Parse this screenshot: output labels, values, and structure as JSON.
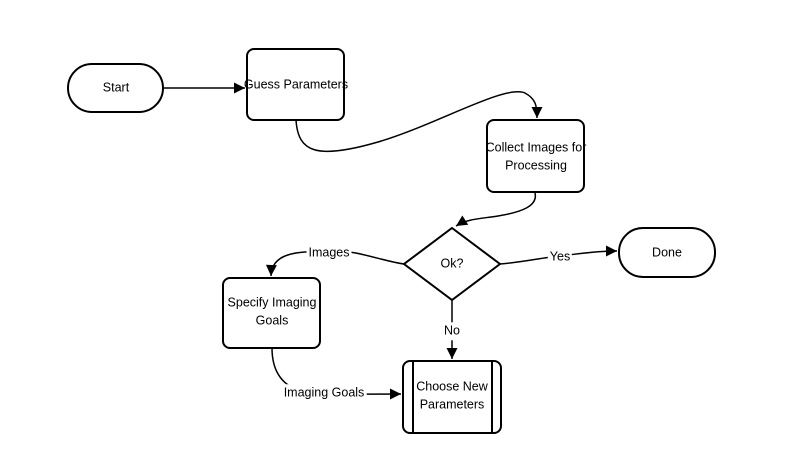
{
  "diagram": {
    "background": "#ffffff",
    "colors": {
      "stroke": "#000000",
      "node_fill": "#ffffff",
      "text": "#000000"
    },
    "nodes": {
      "start": {
        "label": "Start",
        "type": "terminator"
      },
      "guess_parameters": {
        "label": "Guess Parameters",
        "type": "process"
      },
      "collect_images": {
        "label": "Collect Images for\nProcessing",
        "type": "process"
      },
      "ok_decision": {
        "label": "Ok?",
        "type": "decision"
      },
      "done": {
        "label": "Done",
        "type": "terminator"
      },
      "specify_imaging_goals": {
        "label": "Specify Imaging\nGoals",
        "type": "process"
      },
      "choose_new_parameters": {
        "label": "Choose New\nParameters",
        "type": "predefined-process"
      }
    },
    "edges": [
      {
        "from": "start",
        "to": "guess_parameters",
        "label": ""
      },
      {
        "from": "guess_parameters",
        "to": "collect_images",
        "label": ""
      },
      {
        "from": "collect_images",
        "to": "ok_decision",
        "label": ""
      },
      {
        "from": "ok_decision",
        "to": "done",
        "label": "Yes"
      },
      {
        "from": "ok_decision",
        "to": "specify_imaging_goals",
        "label": "Images"
      },
      {
        "from": "ok_decision",
        "to": "choose_new_parameters",
        "label": "No"
      },
      {
        "from": "specify_imaging_goals",
        "to": "choose_new_parameters",
        "label": "Imaging Goals"
      }
    ]
  }
}
